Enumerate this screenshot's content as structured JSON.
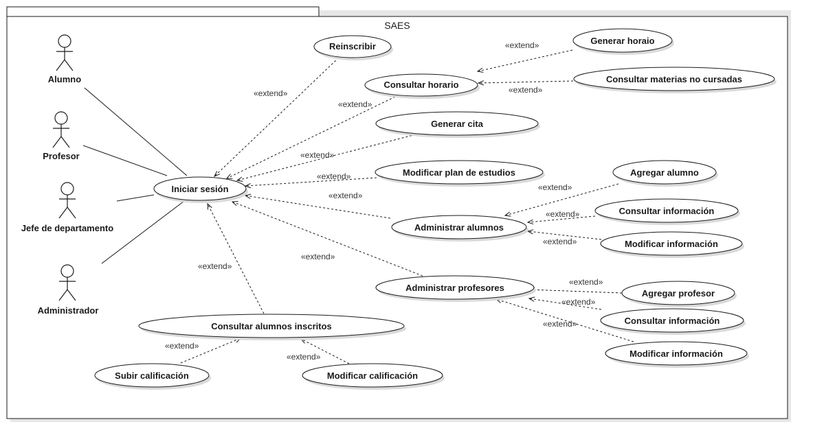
{
  "system": {
    "name": "SAES"
  },
  "actors": {
    "alumno": "Alumno",
    "profesor": "Profesor",
    "jefe": "Jefe de departamento",
    "admin": "Administrador"
  },
  "use_cases": {
    "reinscribir": "Reinscribir",
    "generar_horaio": "Generar horaio",
    "consultar_horario": "Consultar horario",
    "consultar_materias": "Consultar materias no cursadas",
    "generar_cita": "Generar cita",
    "modificar_plan": "Modificar plan de estudios",
    "iniciar_sesion": "Iniciar sesión",
    "agregar_alumno": "Agregar alumno",
    "consultar_info_alumno": "Consultar información",
    "administrar_alumnos": "Administrar alumnos",
    "modificar_info_alumno": "Modificar información",
    "agregar_profesor": "Agregar profesor",
    "administrar_profesores": "Administrar profesores",
    "consultar_info_profesor": "Consultar información",
    "modificar_info_profesor": "Modificar información",
    "consultar_alumnos_inscritos": "Consultar alumnos inscritos",
    "subir_calificacion": "Subir calificación",
    "modificar_calificacion": "Modificar calificación"
  },
  "relationship_label": "«extend»"
}
